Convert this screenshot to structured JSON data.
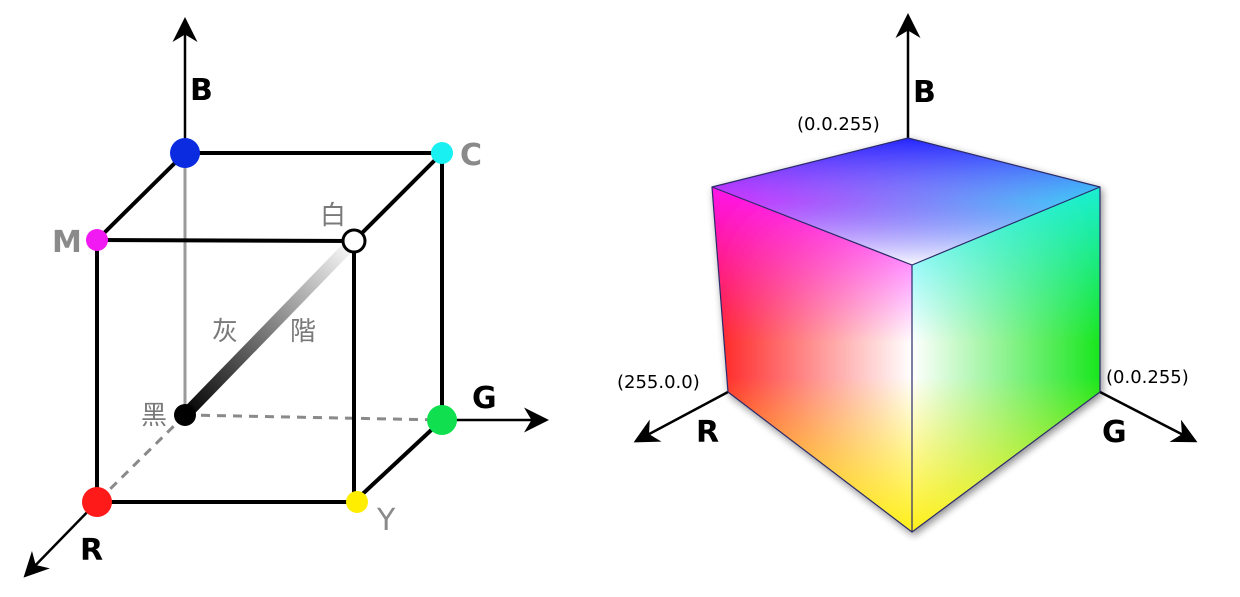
{
  "left_diagram": {
    "axes": {
      "blue": "B",
      "green": "G",
      "red": "R"
    },
    "corners": {
      "cyan": "C",
      "magenta": "M",
      "yellow": "Y"
    },
    "white_label": "白",
    "black_label": "黑",
    "gray_label_1": "灰",
    "gray_label_2": "階"
  },
  "right_diagram": {
    "axes": {
      "blue": "B",
      "red": "R",
      "green": "G"
    },
    "coords": {
      "blue": "(0.0.255)",
      "red": "(255.0.0)",
      "green": "(0.0.255)"
    }
  },
  "colors": {
    "red": "#ff1a1a",
    "green": "#10e050",
    "blue": "#0b2be0",
    "cyan": "#19f0f2",
    "magenta": "#f21af2",
    "yellow": "#ffee00",
    "white": "#ffffff",
    "black": "#000000"
  }
}
